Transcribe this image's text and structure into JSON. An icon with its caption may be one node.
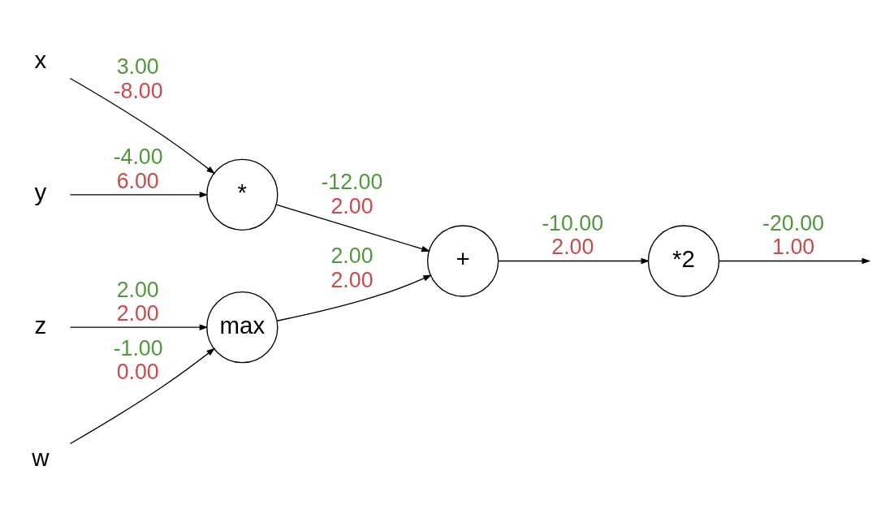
{
  "diagram": {
    "nodes": [
      {
        "text": [
          "x"
        ]
      },
      {
        "text": [
          "y"
        ]
      },
      {
        "text": [
          "z"
        ]
      },
      {
        "text": [
          "w"
        ]
      },
      {
        "text": [
          "*"
        ]
      },
      {
        "text": [
          "max"
        ]
      },
      {
        "text": [
          "+"
        ]
      },
      {
        "text": [
          "*2"
        ]
      }
    ],
    "edges": [
      {
        "from": 0,
        "to": 4,
        "arrow": "to",
        "label": "3.00"
      },
      {
        "from": 1,
        "to": 4,
        "arrow": "to",
        "label": "-4.00"
      },
      {
        "from": 2,
        "to": 5,
        "arrow": "to",
        "label": "2.00"
      },
      {
        "from": 3,
        "to": 5,
        "arrow": "to",
        "label": "-1.00"
      },
      {
        "from": 4,
        "to": 6,
        "arrow": "to",
        "label": "-12.00"
      },
      {
        "from": 5,
        "to": 6,
        "arrow": "to",
        "label": "2.00"
      },
      {
        "from": 6,
        "to": 7,
        "arrow": "to",
        "label": "-10.00"
      },
      {
        "from": 7,
        "to": null,
        "arrow": "to",
        "label": "-20.00"
      }
    ],
    "labels": [
      "-8.00",
      "6.00",
      "2.00",
      "0.00",
      "2.00",
      "2.00",
      "2.00",
      "1.00"
    ]
  }
}
